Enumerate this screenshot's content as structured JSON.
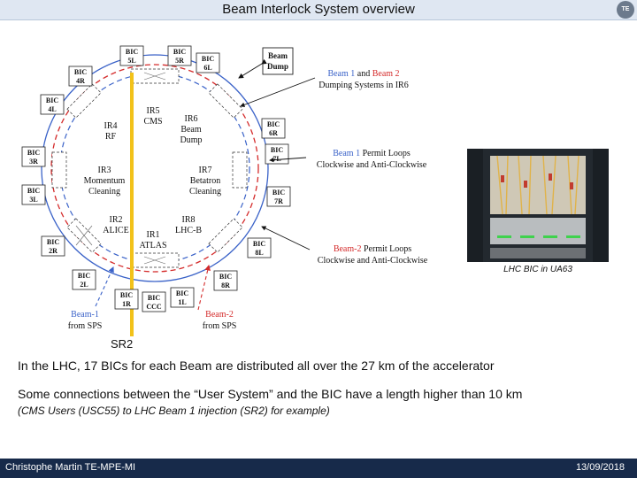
{
  "header": {
    "title": "Beam Interlock System overview",
    "logo_text": "TE"
  },
  "diagram": {
    "ir_labels": {
      "ir5": [
        "IR5",
        "CMS"
      ],
      "ir6": [
        "IR6",
        "Beam",
        "Dump"
      ],
      "ir4": [
        "IR4",
        "RF"
      ],
      "ir3": [
        "IR3",
        "Momentum",
        "Cleaning"
      ],
      "ir7": [
        "IR7",
        "Betatron",
        "Cleaning"
      ],
      "ir2": [
        "IR2",
        "ALICE"
      ],
      "ir1": [
        "IR1",
        "ATLAS"
      ],
      "ir8": [
        "IR8",
        "LHC-B"
      ]
    },
    "bic_boxes": {
      "bic_5l": [
        "BIC",
        "5L"
      ],
      "bic_5r": [
        "BIC",
        "5R"
      ],
      "bic_6l": [
        "BIC",
        "6L"
      ],
      "bic_4r": [
        "BIC",
        "4R"
      ],
      "bic_4l": [
        "BIC",
        "4L"
      ],
      "bic_6r": [
        "BIC",
        "6R"
      ],
      "bic_3r": [
        "BIC",
        "3R"
      ],
      "bic_7l": [
        "BIC",
        "7L"
      ],
      "bic_3l": [
        "BIC",
        "3L"
      ],
      "bic_7r": [
        "BIC",
        "7R"
      ],
      "bic_2r": [
        "BIC",
        "2R"
      ],
      "bic_8l": [
        "BIC",
        "8L"
      ],
      "bic_2l": [
        "BIC",
        "2L"
      ],
      "bic_8r": [
        "BIC",
        "8R"
      ],
      "bic_1r": [
        "BIC",
        "1R"
      ],
      "bic_ccc": [
        "BIC",
        "CCC"
      ],
      "bic_1l": [
        "BIC",
        "1L"
      ]
    },
    "beam_dump": [
      "Beam",
      "Dump"
    ],
    "legend": {
      "dump_beam1": "Beam 1",
      "dump_and": " and ",
      "dump_beam2": "Beam 2",
      "dump_line2": "Dumping Systems in IR6",
      "permit1_beam": "Beam 1",
      "permit1_rest": " Permit Loops",
      "permit1_line2": "Clockwise and Anti-Clockwise",
      "permit2_beam": "Beam-2",
      "permit2_rest": " Permit Loops",
      "permit2_line2": "Clockwise and Anti-Clockwise"
    },
    "injection": {
      "beam1_line1": "Beam-1",
      "beam1_line2": "from SPS",
      "beam2_line1": "Beam-2",
      "beam2_line2": "from SPS"
    }
  },
  "photo": {
    "caption": "LHC BIC in UA63"
  },
  "text": {
    "sr2": "SR2",
    "line1": "In the LHC, 17 BICs for each Beam are distributed all over the 27 km of the accelerator",
    "line2": "Some connections between the “User System” and the BIC have a length higher than 10 km",
    "line3": "(CMS Users (USC55) to LHC Beam 1 injection (SR2) for example)"
  },
  "footer": {
    "author": "Christophe Martin TE-MPE-MI",
    "date": "13/09/2018"
  },
  "colors": {
    "beam1": "#3a62c8",
    "beam2": "#d42a2a",
    "highlight": "#f2c21a",
    "footer_bg": "#172a4a"
  }
}
